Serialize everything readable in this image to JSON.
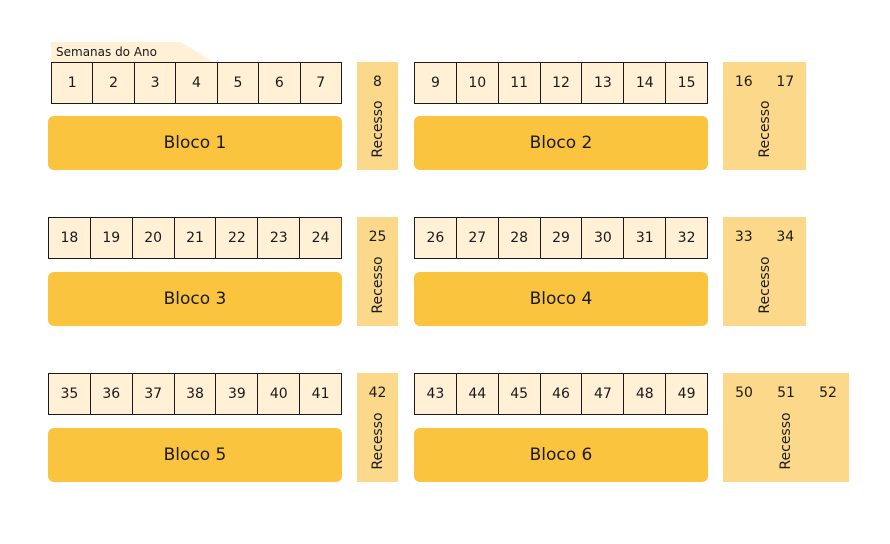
{
  "header": {
    "label": "Semanas do Ano"
  },
  "colors": {
    "cell_bg": "#FFF0D6",
    "block_bg": "#FBC43F",
    "recess_bg": "#FCD98A",
    "text": "#1a1a1a"
  },
  "rows": [
    {
      "left": {
        "weeks": [
          "1",
          "2",
          "3",
          "4",
          "5",
          "6",
          "7"
        ],
        "block": "Bloco 1"
      },
      "recess_a": {
        "weeks": [
          "8"
        ],
        "label": "Recesso"
      },
      "right": {
        "weeks": [
          "9",
          "10",
          "11",
          "12",
          "13",
          "14",
          "15"
        ],
        "block": "Bloco 2"
      },
      "recess_b": {
        "weeks": [
          "16",
          "17"
        ],
        "label": "Recesso"
      }
    },
    {
      "left": {
        "weeks": [
          "18",
          "19",
          "20",
          "21",
          "22",
          "23",
          "24"
        ],
        "block": "Bloco 3"
      },
      "recess_a": {
        "weeks": [
          "25"
        ],
        "label": "Recesso"
      },
      "right": {
        "weeks": [
          "26",
          "27",
          "28",
          "29",
          "30",
          "31",
          "32"
        ],
        "block": "Bloco 4"
      },
      "recess_b": {
        "weeks": [
          "33",
          "34"
        ],
        "label": "Recesso"
      }
    },
    {
      "left": {
        "weeks": [
          "35",
          "36",
          "37",
          "38",
          "39",
          "40",
          "41"
        ],
        "block": "Bloco 5"
      },
      "recess_a": {
        "weeks": [
          "42"
        ],
        "label": "Recesso"
      },
      "right": {
        "weeks": [
          "43",
          "44",
          "45",
          "46",
          "47",
          "48",
          "49"
        ],
        "block": "Bloco 6"
      },
      "recess_b": {
        "weeks": [
          "50",
          "51",
          "52"
        ],
        "label": "Recesso"
      }
    }
  ]
}
